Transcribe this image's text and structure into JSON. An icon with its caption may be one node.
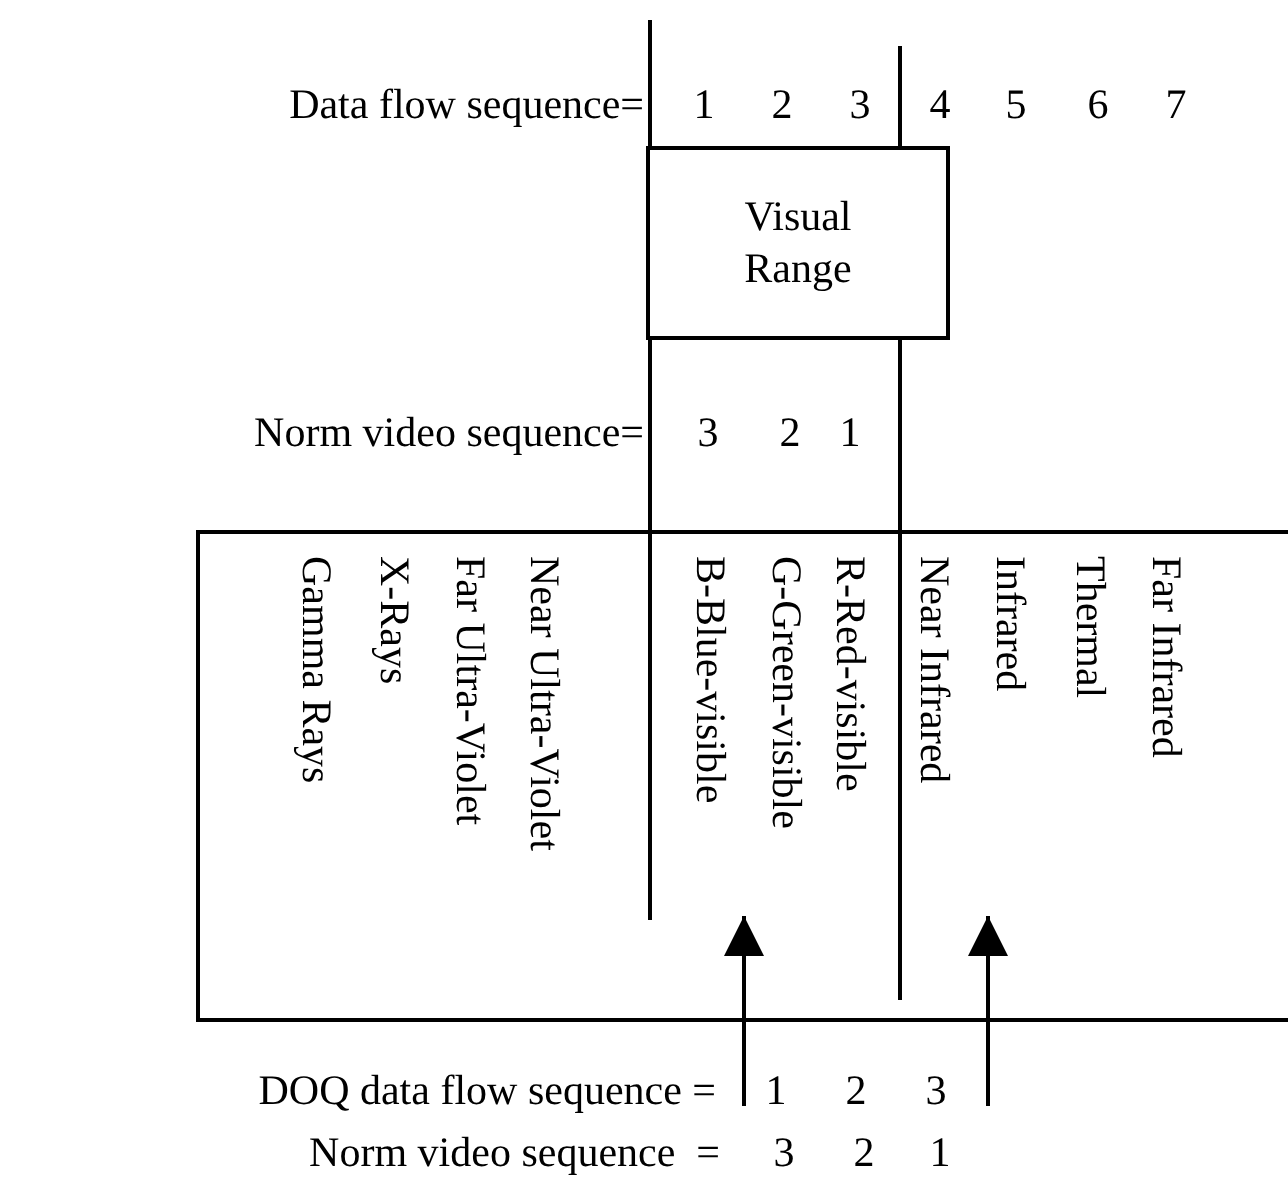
{
  "diagram": {
    "nodes": [
      {
        "text": [
          "Visual Range"
        ]
      },
      {
        "text": [],
        "shape": "box"
      }
    ],
    "labels": [
      "Data flow sequence=",
      "1",
      "2",
      "3",
      "4",
      "5",
      "6",
      "7",
      "Norm video sequence=",
      "3",
      "2",
      "1",
      "Gamma Rays",
      "X-Rays",
      "Far Ultra-Violet",
      "Near Ultra-Violet",
      "B-Blue-visible",
      "G-Green-visible",
      "R-Red-visible",
      "Near Infrared",
      "Infrared",
      "Thermal",
      "Far Infrared",
      "DOQ data flow sequence =",
      "1",
      "2",
      "3",
      "Norm video sequence  =",
      "3",
      "2",
      "1"
    ]
  }
}
